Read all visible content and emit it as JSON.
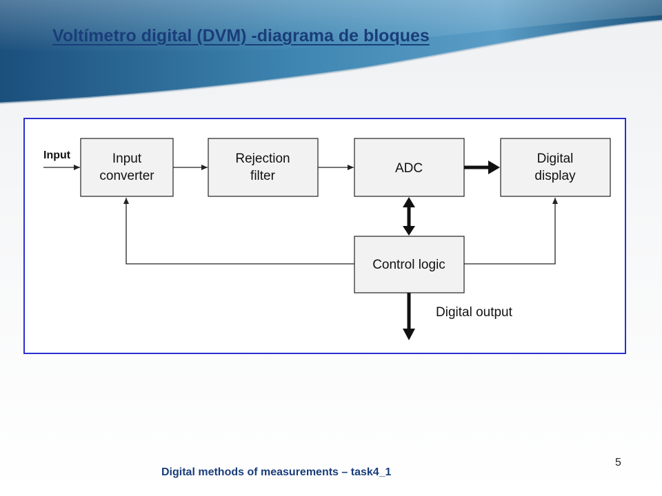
{
  "slide": {
    "title": "Voltímetro digital (DVM) -diagrama de bloques",
    "footer": "Digital methods of measurements – task4_1",
    "page_number": "5"
  },
  "diagram": {
    "input_label": "Input",
    "blocks": {
      "input_converter": [
        "Input",
        "converter"
      ],
      "rejection_filter": [
        "Rejection",
        "filter"
      ],
      "adc": [
        "ADC"
      ],
      "digital_display": [
        "Digital",
        "display"
      ],
      "control_logic": [
        "Control logic"
      ]
    },
    "digital_output_label": "Digital output"
  },
  "colors": {
    "title": "#1a3d7a",
    "frame_border": "#2a2fd0",
    "header_dark": "#1b4f7c",
    "header_light": "#4a8fb8"
  }
}
